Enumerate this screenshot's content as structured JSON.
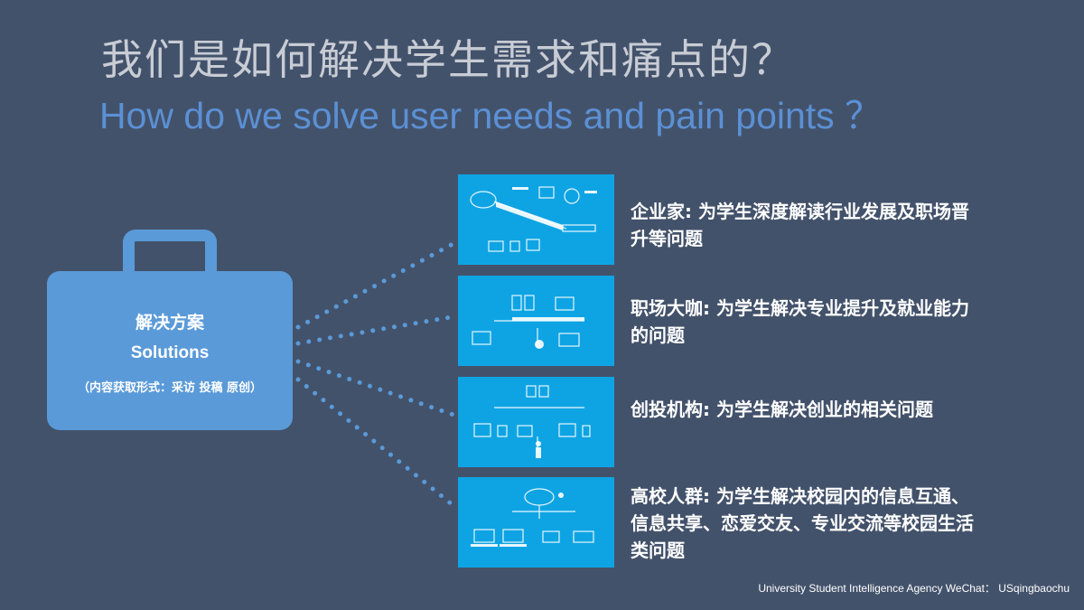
{
  "slide": {
    "title_cn": "我们是如何解决学生需求和痛点的？",
    "title_en": "How do we solve user needs and pain points ？",
    "solution": {
      "label_cn": "解决方案",
      "label_en": "Solutions",
      "note": "（内容获取形式：采访 投稿 原创）"
    },
    "items": [
      {
        "text": "企业家: 为学生深度解读行业发展及职场晋升等问题"
      },
      {
        "text": "职场大咖: 为学生解决专业提升及就业能力的问题"
      },
      {
        "text": "创投机构: 为学生解决创业的相关问题"
      },
      {
        "text": "高校人群: 为学生解决校园内的信息互通、信息共享、恋爱交友、专业交流等校园生活类问题"
      }
    ],
    "footer": "University Student Intelligence Agency WeChat： USqingbaochu"
  },
  "colors": {
    "background": "#43526b",
    "bag": "#5a9ad8",
    "card": "#0ea4e4",
    "title_en": "#5b90d4"
  },
  "icons": [
    "briefcase-icon",
    "cloud-diagram-icon",
    "server-diagram-icon",
    "network-diagram-icon",
    "devices-diagram-icon"
  ]
}
